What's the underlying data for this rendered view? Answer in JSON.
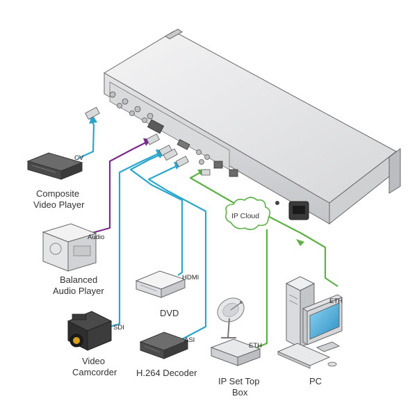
{
  "colors": {
    "cyan_cable": "#2aa6cc",
    "purple_cable": "#7b2a8c",
    "green_cable": "#5db045",
    "device_body": "#e6e7e8",
    "device_dark": "#4a4a4a",
    "outline": "#555555"
  },
  "devices": {
    "composite": {
      "line1": "Composite",
      "line2": "Video Player",
      "port": "CV"
    },
    "audio": {
      "line1": "Balanced",
      "line2": "Audio Player",
      "port": "Audio"
    },
    "camcorder": {
      "line1": "Video",
      "line2": "Camcorder",
      "port": "SDI"
    },
    "dvd": {
      "line1": "DVD",
      "port": "HDMI"
    },
    "decoder": {
      "line1": "H.264 Decoder",
      "port": "ASI"
    },
    "settop": {
      "line1": "IP Set Top",
      "line2": "Box",
      "port": "ETH"
    },
    "pc": {
      "line1": "PC",
      "port": "ETH"
    }
  },
  "cloud": {
    "label": "IP Cloud"
  },
  "icons": [
    "main-unit-icon",
    "composite-player-icon",
    "audio-player-icon",
    "camcorder-icon",
    "dvd-icon",
    "decoder-icon",
    "settop-box-icon",
    "satellite-dish-icon",
    "pc-icon",
    "ip-cloud-icon"
  ]
}
